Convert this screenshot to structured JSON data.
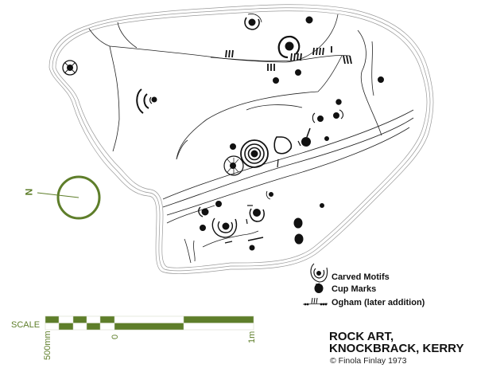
{
  "title": {
    "line1": "ROCK ART,",
    "line2": "KNOCKBRACK, KERRY"
  },
  "credit": "© Finola Finlay 1973",
  "north_arrow": {
    "label": "N",
    "color": "#5e7e2a"
  },
  "legend": {
    "items": [
      {
        "symbol": "concentric-rings-icon",
        "label": "Carved Motifs"
      },
      {
        "symbol": "cup-mark-icon",
        "label": "Cup Marks"
      },
      {
        "symbol": "ogham-icon",
        "label": "Ogham (later addition)"
      }
    ]
  },
  "scale": {
    "label": "SCALE",
    "ticks": [
      "500mm",
      "0",
      "1m"
    ],
    "color": "#5e7e2a"
  },
  "colors": {
    "ink": "#111111",
    "outline": "#8a8a8a",
    "accent": "#5e7e2a"
  }
}
